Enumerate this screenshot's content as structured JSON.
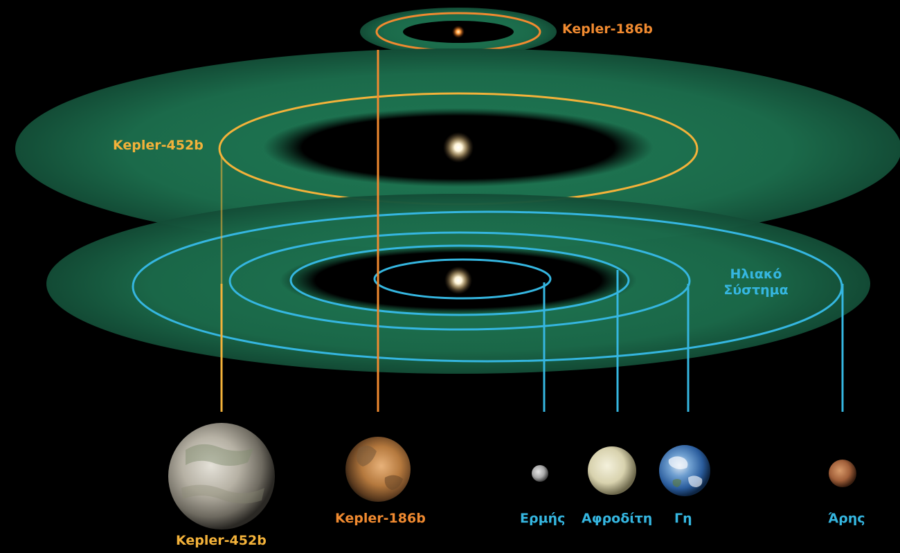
{
  "colors": {
    "habitable_zone": "#1c6e4e",
    "kepler452b": "#f3b23a",
    "kepler186b": "#f08a30",
    "solar_system": "#35b6e0",
    "background": "#000000"
  },
  "systems": {
    "kepler186": {
      "label": "Kepler-186b"
    },
    "kepler452": {
      "label": "Kepler-452b"
    },
    "solar": {
      "label_line1": "Ηλιακό",
      "label_line2": "Σύστημα"
    }
  },
  "planets": [
    {
      "key": "kepler452b",
      "label": "Kepler-452b",
      "icon": "kepler-452b-planet"
    },
    {
      "key": "kepler186b",
      "label": "Kepler-186b",
      "icon": "kepler-186b-planet"
    },
    {
      "key": "mercury",
      "label": "Ερμής",
      "icon": "mercury-planet"
    },
    {
      "key": "venus",
      "label": "Αφροδίτη",
      "icon": "venus-planet"
    },
    {
      "key": "earth",
      "label": "Γη",
      "icon": "earth-planet"
    },
    {
      "key": "mars",
      "label": "Άρης",
      "icon": "mars-planet"
    }
  ]
}
